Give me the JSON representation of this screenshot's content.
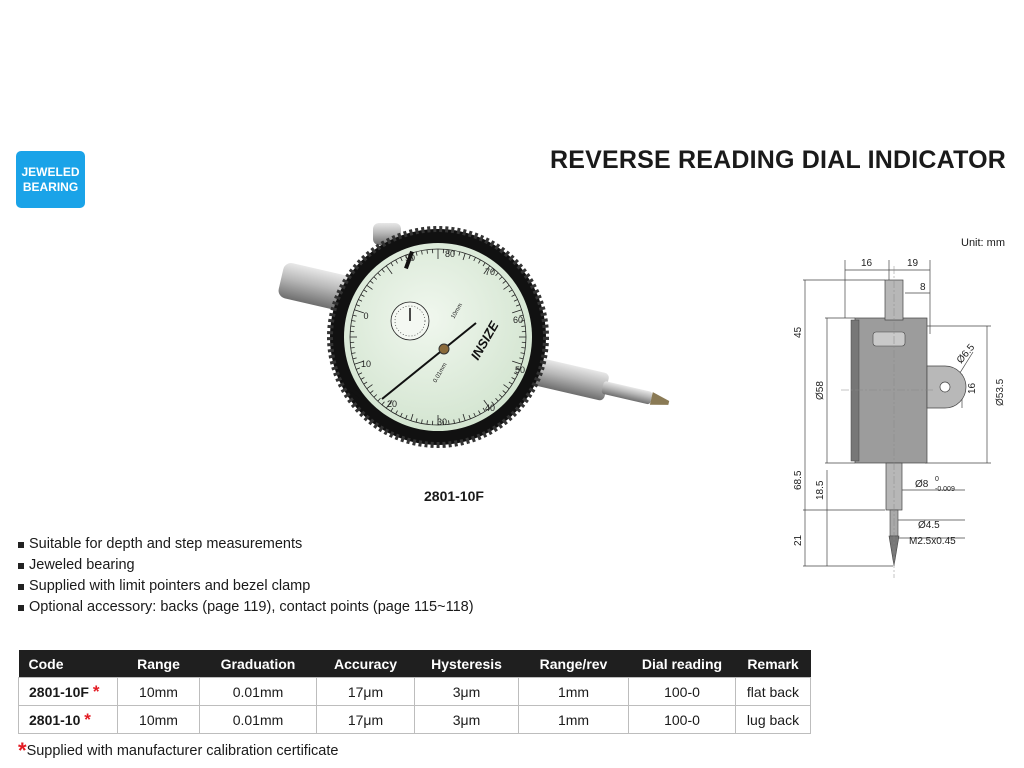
{
  "badge": {
    "line1": "JEWELED",
    "line2": "BEARING"
  },
  "title": "REVERSE READING DIAL INDICATOR",
  "unit_label": "Unit: mm",
  "product": {
    "caption": "2801-10F",
    "dial_numbers": [
      "90",
      "80",
      "70",
      "60",
      "50",
      "40",
      "30",
      "20",
      "10",
      "0"
    ],
    "brand": "INSIZE",
    "dial_range_text": "10mm",
    "dial_grad_text": "0.01mm"
  },
  "drawing": {
    "dims": {
      "d16": "16",
      "d19": "19",
      "d8": "8",
      "d45": "45",
      "d58": "Ø58",
      "d6_5": "Ø6.5",
      "d16v": "16",
      "d53_5": "Ø53.5",
      "d68_5": "68.5",
      "d18_5": "18.5",
      "d8h9": "Ø8",
      "d8tol_top": "0",
      "d8tol_bot": "-0.009",
      "d4_5": "Ø4.5",
      "m2_5": "M2.5x0.45",
      "d21": "21"
    }
  },
  "features": [
    "Suitable for depth and step measurements",
    "Jeweled bearing",
    "Supplied with limit pointers and bezel clamp",
    "Optional accessory: backs (page 119), contact points (page 115~118)"
  ],
  "table": {
    "headers": [
      "Code",
      "Range",
      "Graduation",
      "Accuracy",
      "Hysteresis",
      "Range/rev",
      "Dial reading",
      "Remark"
    ],
    "rows": [
      {
        "code": "2801-10F",
        "star": "*",
        "range": "10mm",
        "graduation": "0.01mm",
        "accuracy": "17μm",
        "hysteresis": "3μm",
        "range_rev": "1mm",
        "dial_reading": "100-0",
        "remark": "flat back"
      },
      {
        "code": "2801-10",
        "star": "*",
        "range": "10mm",
        "graduation": "0.01mm",
        "accuracy": "17μm",
        "hysteresis": "3μm",
        "range_rev": "1mm",
        "dial_reading": "100-0",
        "remark": "lug back"
      }
    ]
  },
  "footnote": {
    "star": "*",
    "text": "Supplied with manufacturer calibration certificate"
  },
  "colors": {
    "badge": "#1aa3e8",
    "header_bg": "#1f1f1f",
    "star": "#e31b23",
    "dial_face": "#e3f0e1"
  }
}
